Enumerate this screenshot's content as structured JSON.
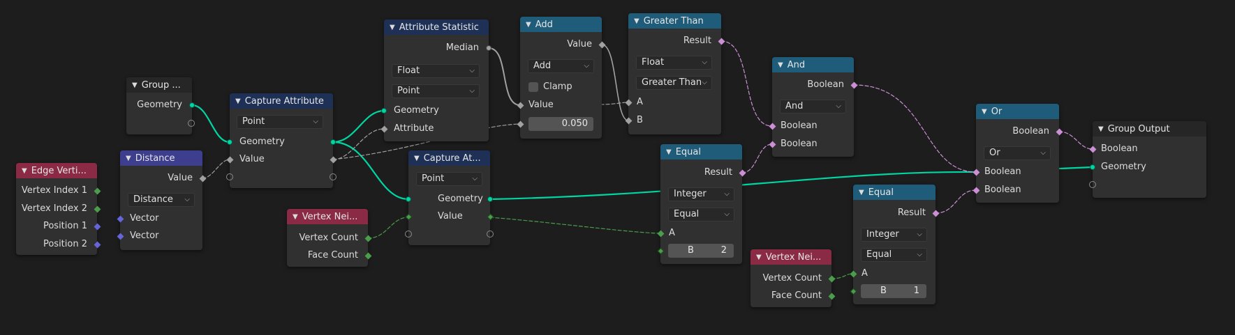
{
  "nodes": {
    "group_input": {
      "title": "Group ...",
      "geometry": "Geometry"
    },
    "edge_vertices": {
      "title": "Edge Verti...",
      "vi1": "Vertex Index 1",
      "vi2": "Vertex Index 2",
      "p1": "Position 1",
      "p2": "Position 2"
    },
    "distance": {
      "title": "Distance",
      "value": "Value",
      "mode": "Distance",
      "vec1": "Vector",
      "vec2": "Vector"
    },
    "capture1": {
      "title": "Capture Attribute",
      "domain": "Point",
      "geometry": "Geometry",
      "value": "Value"
    },
    "vneigh1": {
      "title": "Vertex Nei...",
      "vcount": "Vertex Count",
      "fcount": "Face Count"
    },
    "attr_stat": {
      "title": "Attribute Statistic",
      "median": "Median",
      "type": "Float",
      "domain": "Point",
      "geometry": "Geometry",
      "attribute": "Attribute"
    },
    "capture2": {
      "title": "Capture At...",
      "domain": "Point",
      "geometry": "Geometry",
      "value": "Value"
    },
    "add": {
      "title": "Add",
      "value_out": "Value",
      "op": "Add",
      "clamp": "Clamp",
      "value_in": "Value",
      "field_value": "0.050"
    },
    "greater": {
      "title": "Greater Than",
      "result": "Result",
      "type": "Float",
      "op": "Greater Than",
      "a": "A",
      "b": "B"
    },
    "equal1": {
      "title": "Equal",
      "result": "Result",
      "type": "Integer",
      "op": "Equal",
      "a": "A",
      "b_label": "B",
      "b_value": "2"
    },
    "and": {
      "title": "And",
      "bool_out": "Boolean",
      "op": "And",
      "b1": "Boolean",
      "b2": "Boolean"
    },
    "vneigh2": {
      "title": "Vertex Nei...",
      "vcount": "Vertex Count",
      "fcount": "Face Count"
    },
    "equal2": {
      "title": "Equal",
      "result": "Result",
      "type": "Integer",
      "op": "Equal",
      "a": "A",
      "b_label": "B",
      "b_value": "1"
    },
    "or": {
      "title": "Or",
      "bool_out": "Boolean",
      "op": "Or",
      "b1": "Boolean",
      "b2": "Boolean"
    },
    "group_output": {
      "title": "Group Output",
      "boolean": "Boolean",
      "geometry": "Geometry"
    }
  },
  "colors": {
    "geometry": "#00d6a3",
    "float": "#a1a1a1",
    "integer": "#4a9d4a",
    "boolean": "#cc8fd6",
    "vector": "#6565d9"
  },
  "icons": {
    "collapse": "chevron-down-icon",
    "dropdown": "dropdown-arrow-icon"
  }
}
